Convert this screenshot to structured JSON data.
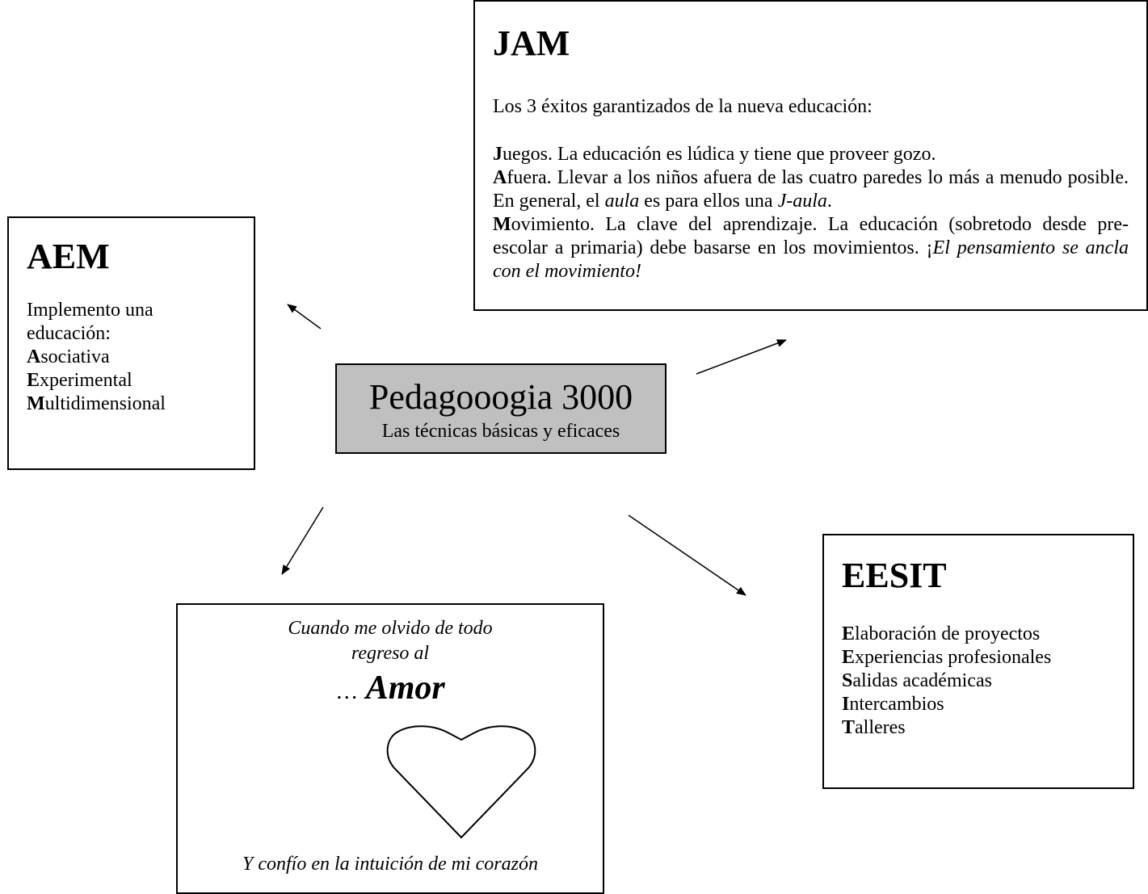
{
  "jam": {
    "title": "JAM",
    "intro": "Los 3 éxitos garantizados de la nueva educación:",
    "items": [
      {
        "cap": "J",
        "text": "uegos. La educación es lúdica y tiene que proveer gozo."
      },
      {
        "cap": "A",
        "text_before": "fuera. Llevar a los niños afuera de las cuatro paredes lo más a menudo posible. En general, el ",
        "em1": "aula",
        "text_mid": " es para ellos una ",
        "em2": "J-aula",
        "text_after": "."
      },
      {
        "cap": "M",
        "text": "ovimiento. La clave del aprendizaje. La educación (sobretodo desde pre-escolar a primaria) debe basarse en los movimientos. ¡",
        "em": "El pensamiento se ancla con el movimiento!"
      }
    ]
  },
  "aem": {
    "title": "AEM",
    "intro": "Implemento una educación:",
    "items": [
      {
        "cap": "A",
        "rest": "sociativa"
      },
      {
        "cap": "E",
        "rest": "xperimental"
      },
      {
        "cap": "M",
        "rest": "ultidimensional"
      }
    ]
  },
  "center": {
    "title": "Pedagooogia 3000",
    "subtitle": "Las técnicas básicas y  eficaces"
  },
  "eesit": {
    "title": "EESIT",
    "items": [
      {
        "cap": "E",
        "rest": "laboración de proyectos"
      },
      {
        "cap": "E",
        "rest": "xperiencias profesionales"
      },
      {
        "cap": "S",
        "rest": "alidas académicas"
      },
      {
        "cap": "I",
        "rest": "ntercambios"
      },
      {
        "cap": "T",
        "rest": "alleres"
      }
    ]
  },
  "amor": {
    "line1": "Cuando me olvido de todo",
    "line2": "regreso al",
    "ellipsis": "…",
    "word": "Amor",
    "bottom": "Y confío en la intuición de mi corazón"
  }
}
